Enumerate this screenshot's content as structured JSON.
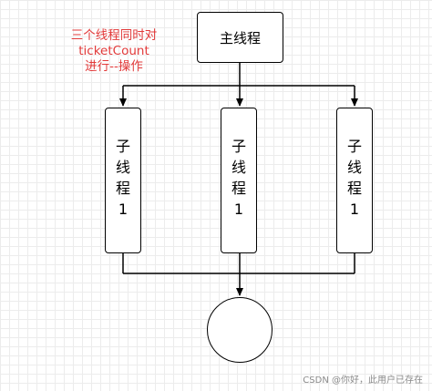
{
  "main_thread": {
    "label": "主线程"
  },
  "children": [
    {
      "chars": [
        "子",
        "线",
        "程",
        "1"
      ]
    },
    {
      "chars": [
        "子",
        "线",
        "程",
        "1"
      ]
    },
    {
      "chars": [
        "子",
        "线",
        "程",
        "1"
      ]
    }
  ],
  "note": {
    "line1": "三个线程同时对ticketCount",
    "line2": "进行--操作"
  },
  "watermark": "CSDN @你好，此用户已存在"
}
